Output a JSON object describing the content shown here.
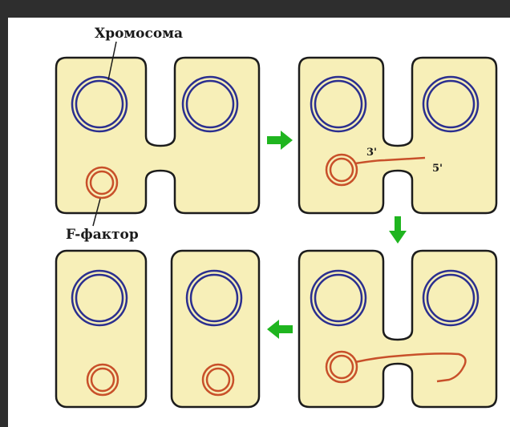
{
  "labels": {
    "chromosome": "Хромосома",
    "f_factor": "F-фактор",
    "end_3": "3'",
    "end_5": "5'"
  },
  "colors": {
    "cell_fill": "#f7efb8",
    "cell_stroke": "#1c1c1c",
    "chromosome": "#2b2f8f",
    "plasmid": "#c8502a",
    "arrow": "#1fb51f",
    "background": "#2e2e2e",
    "panel": "#ffffff"
  },
  "stages": [
    {
      "stage": 1,
      "state": "mating pair with F-plasmid in donor"
    },
    {
      "stage": 2,
      "state": "single strand transfer begins"
    },
    {
      "stage": 3,
      "state": "strand transfer continues"
    },
    {
      "stage": 4,
      "state": "both cells contain F-factor"
    }
  ],
  "arrows": [
    "right-arrow",
    "down-arrow",
    "left-arrow"
  ]
}
